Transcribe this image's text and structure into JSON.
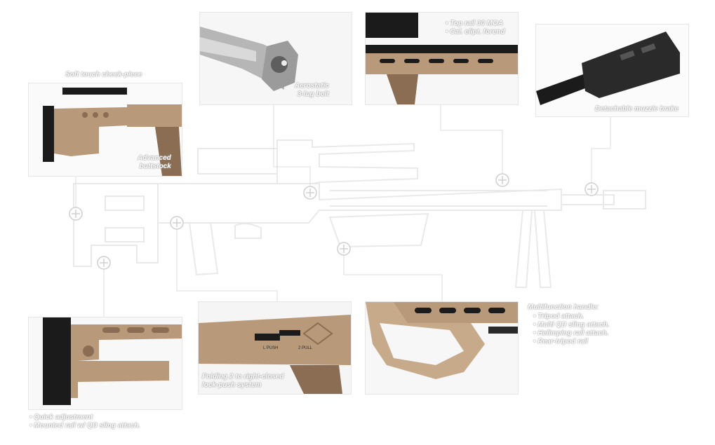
{
  "colors": {
    "fde": "#b89a7a",
    "fde_dark": "#8a6d52",
    "black": "#1b1b1b",
    "silver": "#b6b6b6",
    "outline": "#e8e8e8"
  },
  "callouts": {
    "cheek_piece": {
      "label": "Soft touch cheek-piece"
    },
    "bolt": {
      "label_line1": "Aerostatic",
      "label_line2": "3-lug bolt"
    },
    "top_rail": {
      "items": [
        "Top rail 30 MOA",
        "Cal. elipt. forend"
      ]
    },
    "muzzle": {
      "label": "Detachable muzzle brake"
    },
    "buttstock": {
      "label_line1": "Advanced",
      "label_line2": "buttstock"
    },
    "adjustment": {
      "items": [
        "Quick adjustment",
        "Mounted rail w/ QD sling attach."
      ]
    },
    "folding": {
      "label_line1": "Folding 2 to right-closed",
      "label_line2": "lock-push system",
      "btn_left": "L PUSH",
      "btn_right": "2 PULL"
    },
    "multifunction": {
      "title": "Multifunction handle:",
      "items": [
        "Tripod attach.",
        "Multi QD sling attach.",
        "Helimping rail attach.",
        "Rear-tripod rail"
      ]
    }
  }
}
